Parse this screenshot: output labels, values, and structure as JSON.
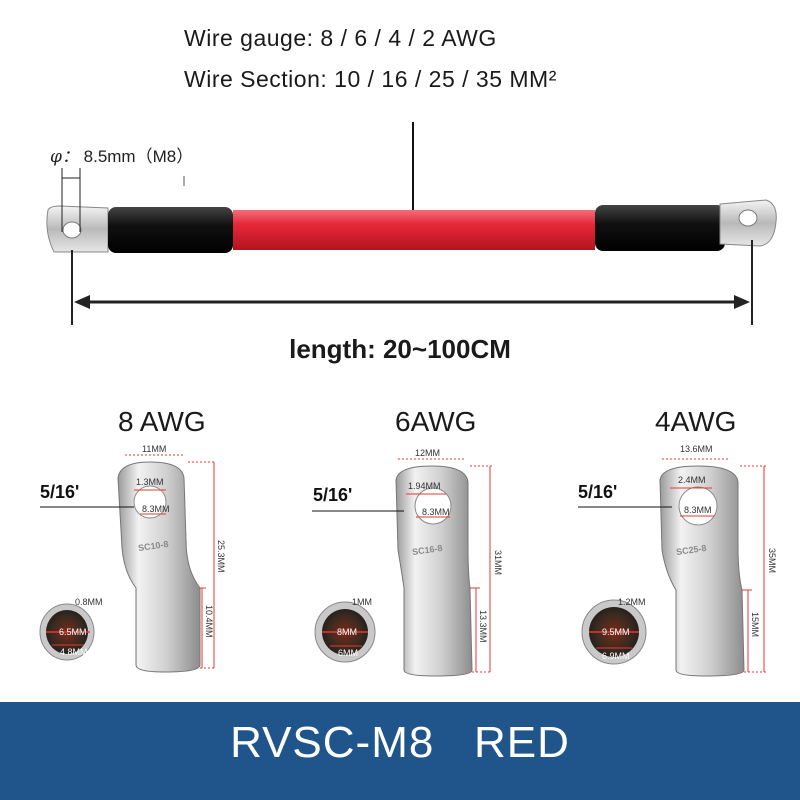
{
  "specs": {
    "wire_gauge": "Wire gauge: 8 / 6 / 4 / 2 AWG",
    "wire_section": "Wire Section: 10 / 16 / 25 / 35 MM²"
  },
  "hole": {
    "symbol": "φ：",
    "value": "8.5mm（M8）"
  },
  "length_label": "length: 20~100CM",
  "lugs": [
    {
      "awg": "8 AWG",
      "stud": "5/16'",
      "width": "11MM",
      "wall": "1.3MM",
      "hole": "8.3MM",
      "stamp": "SC10-8",
      "total_length": "25.3MM",
      "barrel_length": "10.4MM",
      "ring_top": "0.8MM",
      "inner_dia": "6.5MM",
      "outer_dia": "4.8MM"
    },
    {
      "awg": "6AWG",
      "stud": "5/16'",
      "width": "12MM",
      "wall": "1.94MM",
      "hole": "8.3MM",
      "stamp": "SC16-8",
      "total_length": "31MM",
      "barrel_length": "13.3MM",
      "ring_top": "1MM",
      "inner_dia": "8MM",
      "outer_dia": "6MM"
    },
    {
      "awg": "4AWG",
      "stud": "5/16'",
      "width": "13.6MM",
      "wall": "2.4MM",
      "hole": "8.3MM",
      "stamp": "SC25-8",
      "total_length": "35MM",
      "barrel_length": "15MM",
      "ring_top": "1.2MM",
      "inner_dia": "9.5MM",
      "outer_dia": "6.9MM"
    }
  ],
  "banner": {
    "text": "RVSC-M8   RED",
    "color": "#20558c"
  },
  "colors": {
    "cable": "#e8283a",
    "sleeve": "#111111",
    "tin": "#c9c9c9",
    "dim_line": "#e53935"
  }
}
